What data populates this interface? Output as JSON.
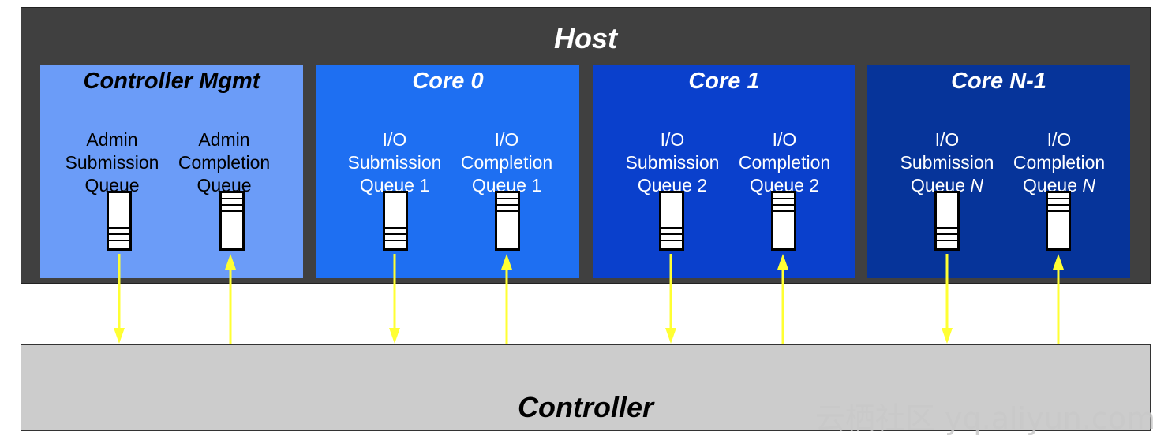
{
  "host": {
    "title": "Host"
  },
  "controller": {
    "title": "Controller"
  },
  "panels": [
    {
      "title": "Controller Mgmt",
      "color": "#6b9cf8",
      "text_tone": "dark",
      "submission": [
        "Admin",
        "Submission",
        "Queue"
      ],
      "completion": [
        "Admin",
        "Completion",
        "Queue"
      ]
    },
    {
      "title": "Core 0",
      "color": "#1e6ff2",
      "text_tone": "light",
      "submission": [
        "I/O",
        "Submission",
        "Queue 1"
      ],
      "completion": [
        "I/O",
        "Completion",
        "Queue 1"
      ]
    },
    {
      "title": "Core 1",
      "color": "#0a40cc",
      "text_tone": "light",
      "submission": [
        "I/O",
        "Submission",
        "Queue 2"
      ],
      "completion": [
        "I/O",
        "Completion",
        "Queue 2"
      ]
    },
    {
      "title": "Core N-1",
      "color": "#06349a",
      "text_tone": "light",
      "submission": [
        "I/O",
        "Submission",
        "Queue N"
      ],
      "completion": [
        "I/O",
        "Completion",
        "Queue N"
      ]
    }
  ],
  "colors": {
    "host_bg": "#404040",
    "controller_bg": "#cccccc",
    "arrow": "#ffff33"
  },
  "watermark": "云栖社区 yq.aliyun.com"
}
